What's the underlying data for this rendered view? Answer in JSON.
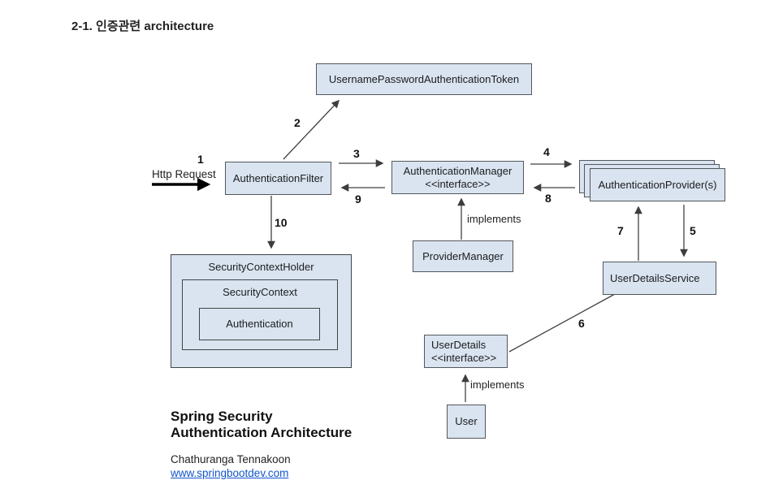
{
  "title": "2-1. 인증관련 architecture",
  "diagram": {
    "boxes": {
      "token": "UsernamePasswordAuthenticationToken",
      "authentication_filter": "AuthenticationFilter",
      "authentication_manager": "AuthenticationManager",
      "authentication_manager_stereotype": "<<interface>>",
      "authentication_providers": "AuthenticationProvider(s)",
      "provider_manager": "ProviderManager",
      "user_details_service": "UserDetailsService",
      "user_details": "UserDetails",
      "user_details_stereotype": "<<interface>>",
      "user": "User",
      "security_context_holder": "SecurityContextHolder",
      "security_context": "SecurityContext",
      "authentication": "Authentication"
    },
    "labels": {
      "http_request": "Http Request",
      "implements_manager": "implements",
      "implements_user": "implements",
      "step1": "1",
      "step2": "2",
      "step3": "3",
      "step4": "4",
      "step5": "5",
      "step6": "6",
      "step7": "7",
      "step8": "8",
      "step9": "9",
      "step10": "10"
    }
  },
  "footer": {
    "heading_line1": "Spring Security",
    "heading_line2": "Authentication Architecture",
    "author": "Chathuranga Tennakoon",
    "link": "www.springbootdev.com"
  },
  "colors": {
    "box_fill": "#d9e4f0",
    "box_border": "#53575c",
    "arrow": "#414141",
    "link": "#1155cc",
    "text": "#1d1d1f"
  }
}
